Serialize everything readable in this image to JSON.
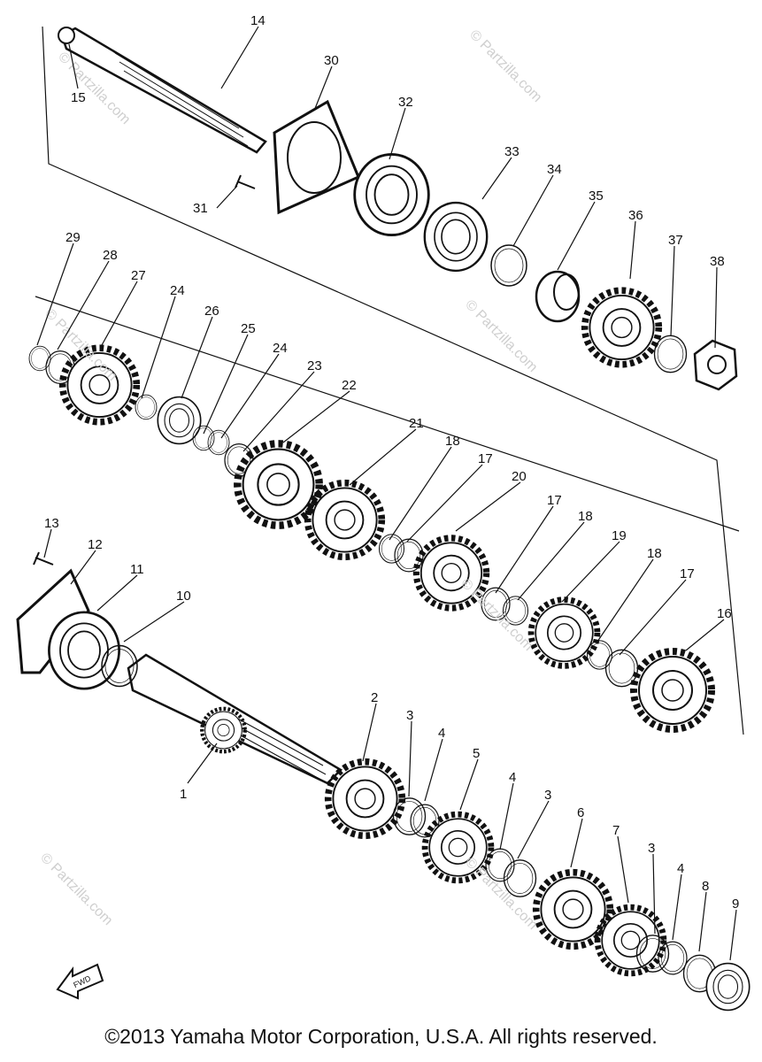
{
  "callouts": [
    "1",
    "2",
    "3",
    "4",
    "5",
    "6",
    "7",
    "8",
    "9",
    "10",
    "11",
    "12",
    "13",
    "14",
    "15",
    "16",
    "17",
    "18",
    "19",
    "20",
    "21",
    "22",
    "23",
    "24",
    "25",
    "26",
    "27",
    "28",
    "29",
    "30",
    "31",
    "32",
    "33",
    "34",
    "35",
    "36",
    "37",
    "38"
  ],
  "watermark": "© Partzilla.com",
  "fwd_label": "FWD",
  "copyright": "©2013 Yamaha Motor Corporation, U.S.A. All rights reserved."
}
